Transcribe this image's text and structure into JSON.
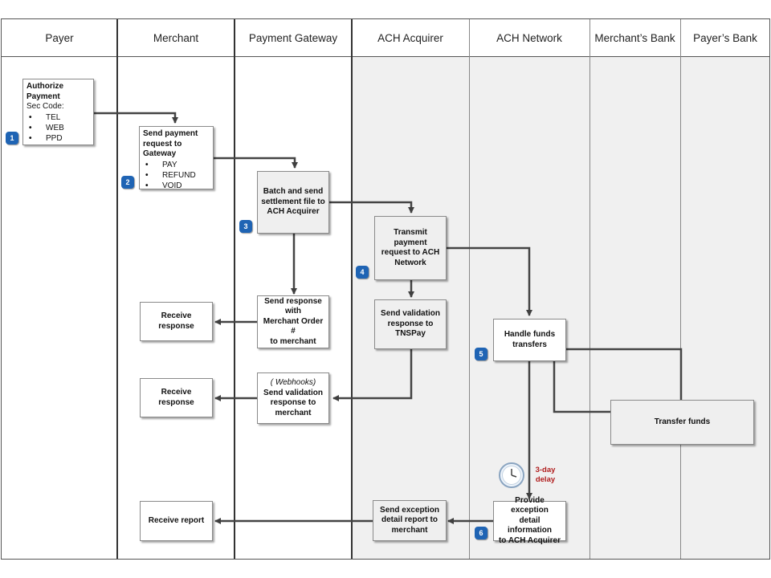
{
  "colors": {
    "accent": "#1f64b4",
    "delay_text": "#b01c1c",
    "shaded_lane": "#f0f0f0",
    "line": "#444444"
  },
  "lanes": [
    "Payer",
    "Merchant",
    "Payment Gateway",
    "ACH Acquirer",
    "ACH Network",
    "Merchant’s Bank",
    "Payer’s Bank"
  ],
  "steps": {
    "authorize": {
      "line1": "Authorize",
      "line2": "Payment",
      "sec_label": "Sec Code:",
      "codes": [
        "TEL",
        "WEB",
        "PPD"
      ]
    },
    "send_request": {
      "line1": "Send payment",
      "line2": "request to",
      "line3": "Gateway",
      "items": [
        "PAY",
        "REFUND",
        "VOID"
      ]
    },
    "batch": [
      "Batch and send",
      "settlement file to",
      "ACH Acquirer"
    ],
    "transmit": [
      "Transmit payment",
      "request to ACH",
      "Network"
    ],
    "gateway_response": [
      "Send response",
      "with",
      "Merchant Order #",
      "to merchant"
    ],
    "validation_to_tnspay": [
      "Send validation",
      "response to",
      "TNSPay"
    ],
    "handle_funds": [
      "Handle funds",
      "transfers"
    ],
    "receive_response_1": "Receive response",
    "receive_response_2": "Receive response",
    "webhook_validation": {
      "note": "( Webhooks)",
      "lines": [
        "Send validation",
        "response to",
        "merchant"
      ]
    },
    "transfer_funds": "Transfer funds",
    "receive_report": "Receive report",
    "send_exception": [
      "Send exception",
      "detail report to",
      "merchant"
    ],
    "provide_exception": [
      "Provide exception",
      "detail information",
      "to ACH Acquirer"
    ]
  },
  "badges": [
    "1",
    "2",
    "3",
    "4",
    "5",
    "6"
  ],
  "delay": {
    "line1": "3-day",
    "line2": "delay",
    "icon": "clock-icon"
  }
}
